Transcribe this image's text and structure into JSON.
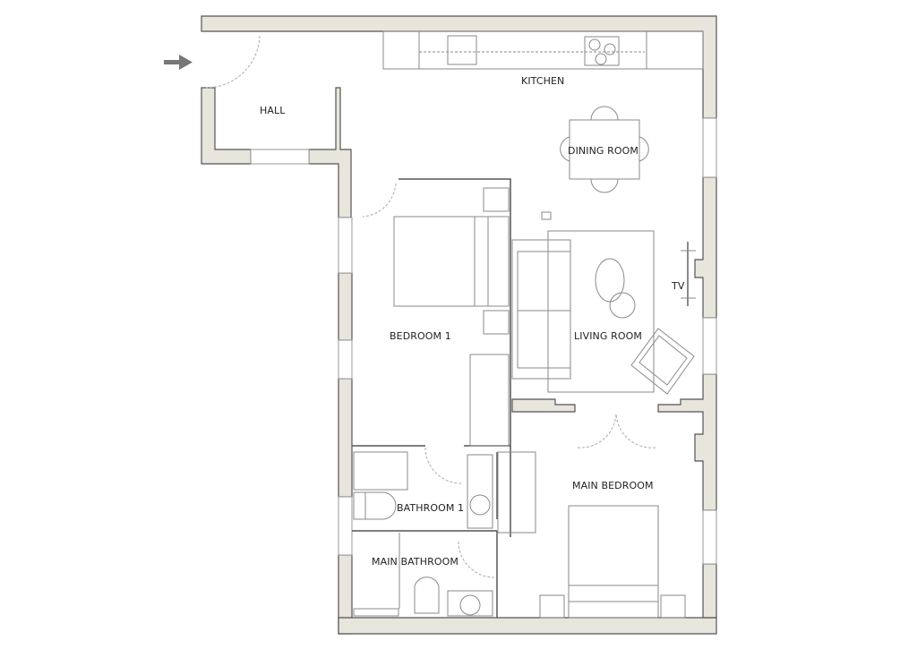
{
  "plan": {
    "type": "apartment floor plan",
    "colors": {
      "wall_fill": "#e8e5dc",
      "wall_stroke": "#555555",
      "furniture_stroke": "#8a8a8a",
      "door_swing": "#aaaaaa",
      "entry_arrow": "#777777",
      "label_text": "#222222"
    },
    "entry_arrow": "arrow-right-icon",
    "rooms": [
      {
        "id": "hall",
        "label": "HALL"
      },
      {
        "id": "kitchen",
        "label": "KITCHEN"
      },
      {
        "id": "dining",
        "label": "DINING ROOM"
      },
      {
        "id": "living",
        "label": "LIVING ROOM"
      },
      {
        "id": "bedroom1",
        "label": "BEDROOM 1"
      },
      {
        "id": "bathroom1",
        "label": "BATHROOM 1"
      },
      {
        "id": "mainbath",
        "label": "MAIN BATHROOM"
      },
      {
        "id": "mainbed",
        "label": "MAIN BEDROOM"
      }
    ],
    "annotations": [
      {
        "id": "tv",
        "label": "TV"
      }
    ]
  }
}
